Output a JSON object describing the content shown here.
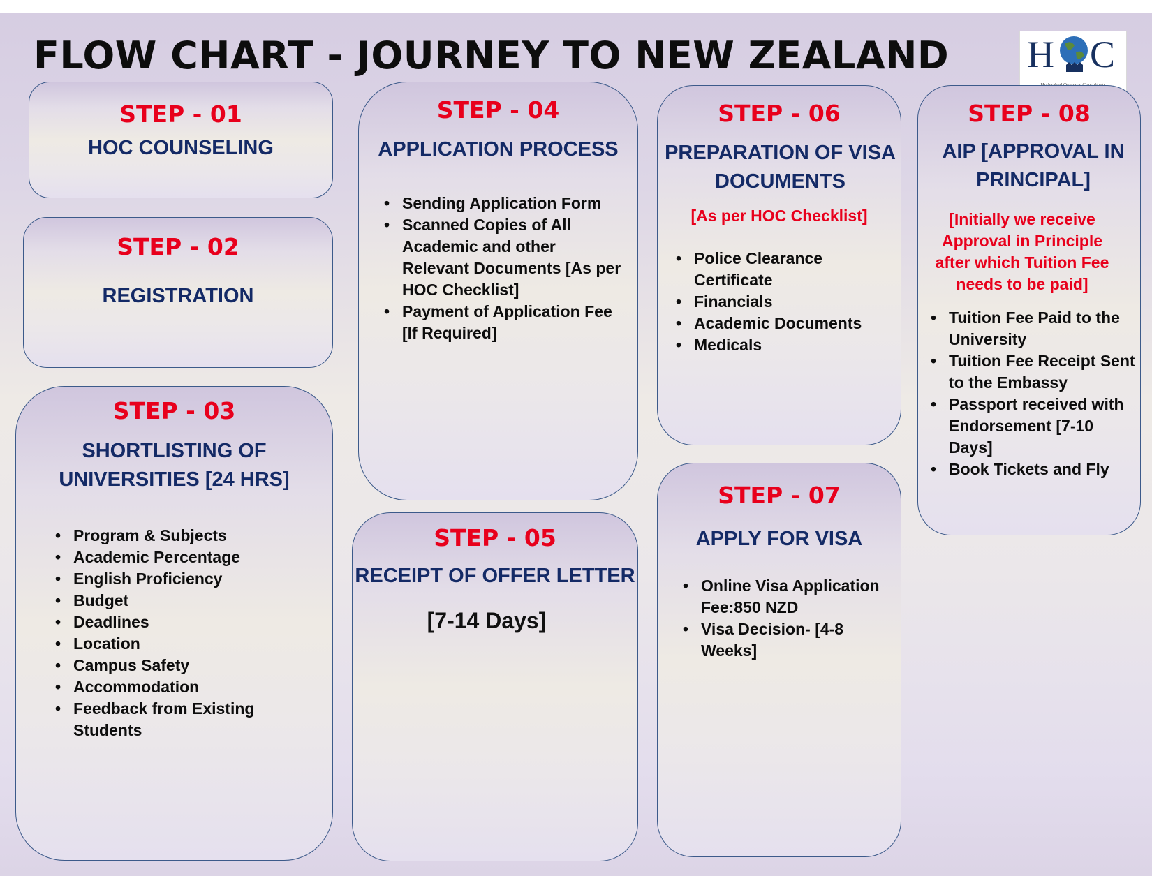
{
  "title": "FLOW CHART - JOURNEY TO NEW ZEALAND",
  "logo": {
    "letters_left": "H",
    "letters_right": "C",
    "tagline": "Hyderabad Overseas Consultants",
    "colors": {
      "text": "#17305f",
      "globe_blue": "#2d6fb8",
      "globe_green": "#5c8a3a"
    }
  },
  "colors": {
    "step_label": "#e8001c",
    "heading": "#142a66",
    "body_text": "#0d0d0d",
    "card_border": "#3c5a8a"
  },
  "steps": {
    "s1": {
      "label": "STEP - 01",
      "heading": [
        "HOC COUNSELING"
      ]
    },
    "s2": {
      "label": "STEP - 02",
      "heading": [
        "REGISTRATION"
      ]
    },
    "s3": {
      "label": "STEP - 03",
      "heading": [
        "SHORTLISTING OF",
        "UNIVERSITIES [24 HRS]"
      ],
      "bullets": [
        "Program & Subjects",
        "Academic Percentage",
        "English Proficiency",
        "Budget",
        "Deadlines",
        "Location",
        "Campus Safety",
        "Accommodation",
        "Feedback from Existing Students"
      ]
    },
    "s4": {
      "label": "STEP - 04",
      "heading": [
        "APPLICATION PROCESS"
      ],
      "bullets": [
        [
          "Sending Application Form"
        ],
        [
          "Scanned Copies of All",
          "Academic and other",
          "Relevant Documents [As per",
          "HOC Checklist]"
        ],
        [
          "Payment of Application Fee",
          "[If Required]"
        ]
      ]
    },
    "s5": {
      "label": "STEP - 05",
      "heading": [
        "RECEIPT OF OFFER LETTER"
      ],
      "days": "[7-14 Days]"
    },
    "s6": {
      "label": "STEP - 06",
      "heading": [
        "PREPARATION OF VISA",
        "DOCUMENTS"
      ],
      "note": [
        "[As per HOC Checklist]"
      ],
      "bullets": [
        "Police Clearance Certificate",
        "Financials",
        "Academic Documents",
        "Medicals"
      ]
    },
    "s7": {
      "label": "STEP - 07",
      "heading": [
        "APPLY FOR VISA"
      ],
      "bullets": [
        [
          "Online Visa Application",
          "Fee:850 NZD"
        ],
        [
          "Visa Decision- [4-8",
          "Weeks]"
        ]
      ]
    },
    "s8": {
      "label": "STEP - 08",
      "heading": [
        "AIP [APPROVAL IN",
        "PRINCIPAL]"
      ],
      "note": [
        "[Initially we receive",
        "Approval in Principle",
        "after which Tuition Fee",
        "needs to be paid]"
      ],
      "bullets": [
        [
          "Tuition Fee Paid to the",
          "University"
        ],
        [
          "Tuition Fee Receipt Sent",
          "to the Embassy"
        ],
        [
          "Passport received with",
          "Endorsement [7-10 Days]"
        ],
        [
          "Book Tickets and Fly"
        ]
      ]
    }
  }
}
